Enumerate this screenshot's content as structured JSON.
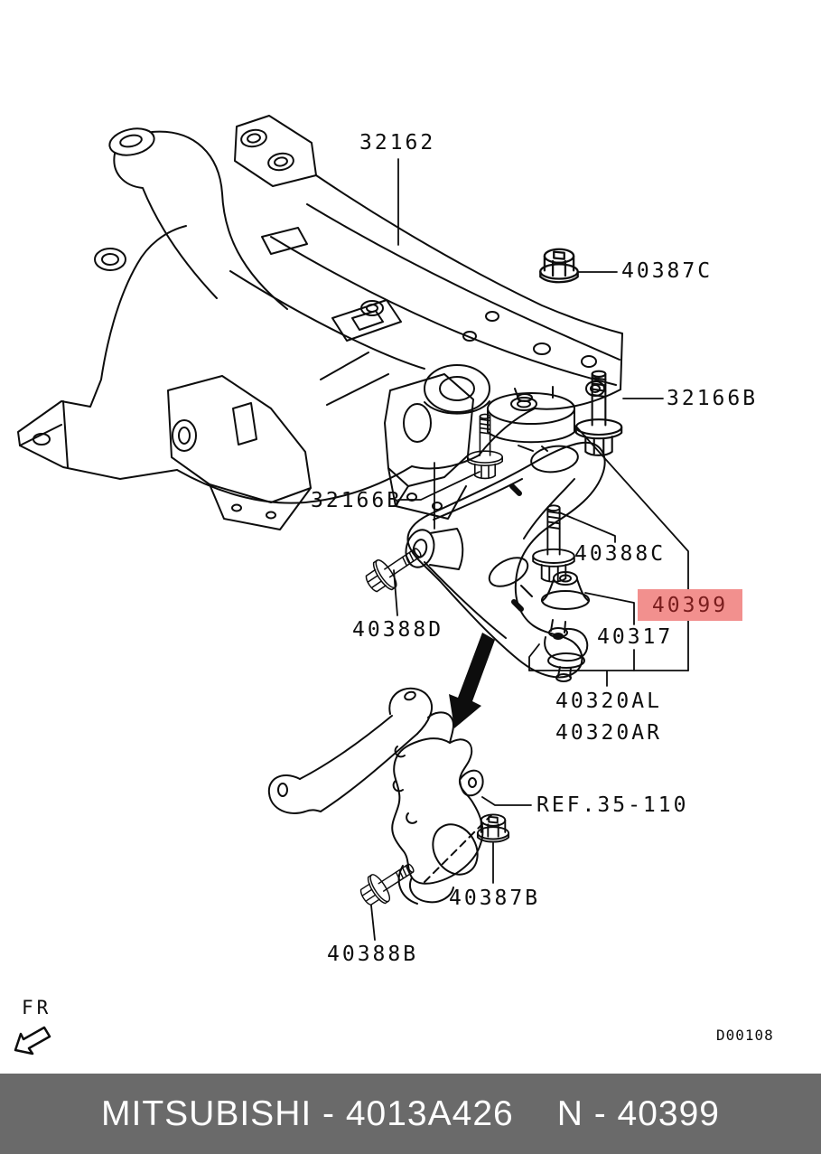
{
  "diagram": {
    "part_labels": {
      "crossmember": "32162",
      "nut_upper": "40387C",
      "bolt_upper_right": "32166B",
      "bolt_center": "32166B",
      "bolt_arm_rear": "40388C",
      "bushing_highlight": "40399",
      "bushing_front": "40317",
      "bolt_front": "40388D",
      "arm_left": "40320AL",
      "arm_right": "40320AR",
      "knuckle_ref": "REF.35-110",
      "nut_lower": "40387B",
      "bolt_lower": "40388B"
    },
    "front_marker": "FR",
    "drawing_code": "D00108",
    "highlight": {
      "bg_color": "#f2908e",
      "text_color": "#7a1d1d"
    },
    "line_color": "#0d0d0d"
  },
  "footer": {
    "left_text": "MITSUBISHI - 4013A426",
    "right_text": "N - 40399",
    "bg_color": "#6a6a6a",
    "text_color": "#ffffff"
  }
}
